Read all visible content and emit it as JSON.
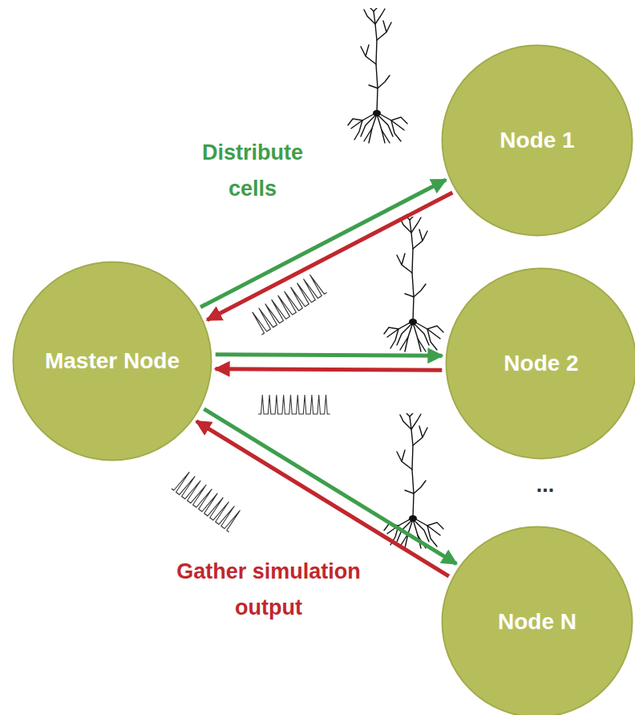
{
  "diagram": {
    "nodes": [
      {
        "text": [
          "Master Node"
        ]
      },
      {
        "text": [
          "Node 1"
        ]
      },
      {
        "text": [
          "Node 2"
        ]
      },
      {
        "text": [
          "Node N"
        ]
      }
    ],
    "edges": [
      {
        "from": 0,
        "to": 1,
        "arrow": "to"
      },
      {
        "from": 1,
        "to": 0,
        "arrow": "to"
      },
      {
        "from": 0,
        "to": 2,
        "arrow": "to"
      },
      {
        "from": 2,
        "to": 0,
        "arrow": "to"
      },
      {
        "from": 0,
        "to": 3,
        "arrow": "to"
      },
      {
        "from": 3,
        "to": 0,
        "arrow": "to"
      }
    ],
    "labels": [
      "Distribute cells",
      "Gather simulation output",
      "..."
    ]
  }
}
